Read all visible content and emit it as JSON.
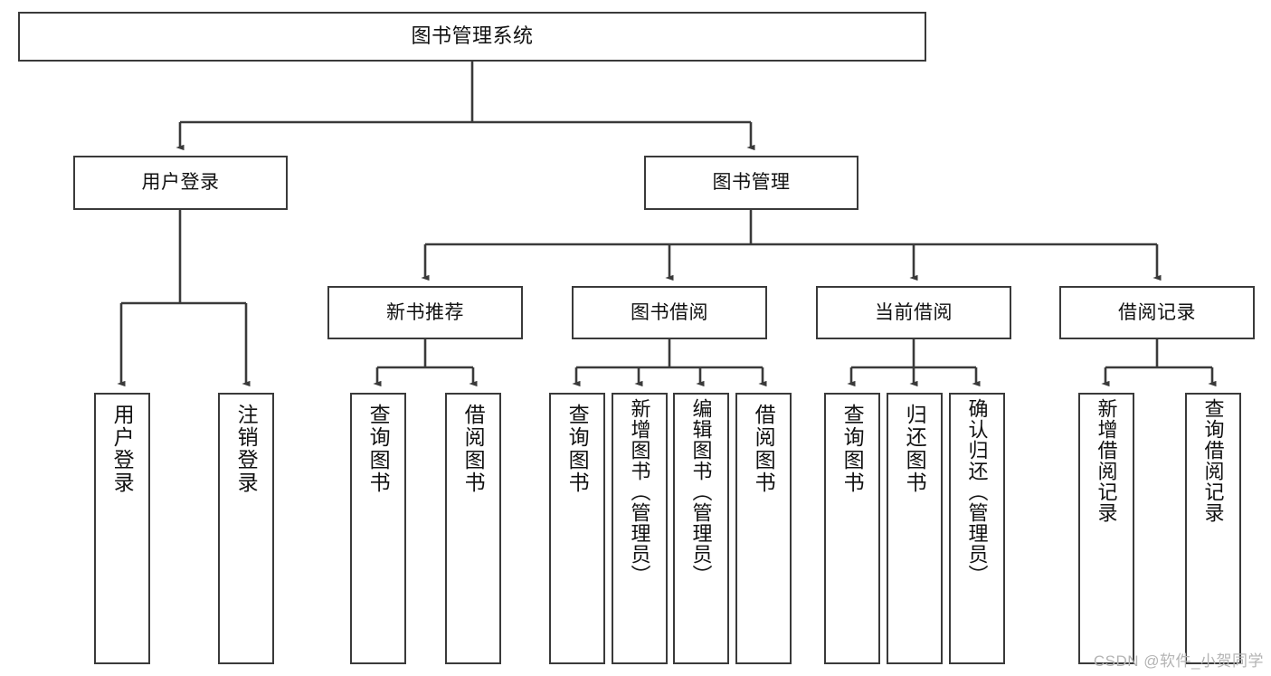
{
  "diagram": {
    "title": "图书管理系统",
    "type": "tree-hierarchy-diagram",
    "colors": {
      "box_border": "#3a3a3a",
      "box_fill": "#ffffff",
      "connector": "#3a3a3a",
      "background": "#ffffff",
      "watermark": "#b4b4b4"
    },
    "root": {
      "label": "图书管理系统"
    },
    "level2": [
      {
        "label": "用户登录"
      },
      {
        "label": "图书管理"
      }
    ],
    "level3": [
      {
        "label": "新书推荐"
      },
      {
        "label": "图书借阅"
      },
      {
        "label": "当前借阅"
      },
      {
        "label": "借阅记录"
      }
    ],
    "leaves": {
      "user_login": [
        {
          "label": "用户登录"
        },
        {
          "label": "注销登录"
        }
      ],
      "new_book_recommend": [
        {
          "label": "查询图书"
        },
        {
          "label": "借阅图书"
        }
      ],
      "book_borrow": [
        {
          "label": "查询图书"
        },
        {
          "label": "新增图书（管理员）"
        },
        {
          "label": "编辑图书（管理员）"
        },
        {
          "label": "借阅图书"
        }
      ],
      "current_borrow": [
        {
          "label": "查询图书"
        },
        {
          "label": "归还图书"
        },
        {
          "label": "确认归还（管理员）"
        }
      ],
      "borrow_record": [
        {
          "label": "新增借阅记录"
        },
        {
          "label": "查询借阅记录"
        }
      ]
    },
    "watermark": "CSDN @软件_小贺同学"
  }
}
